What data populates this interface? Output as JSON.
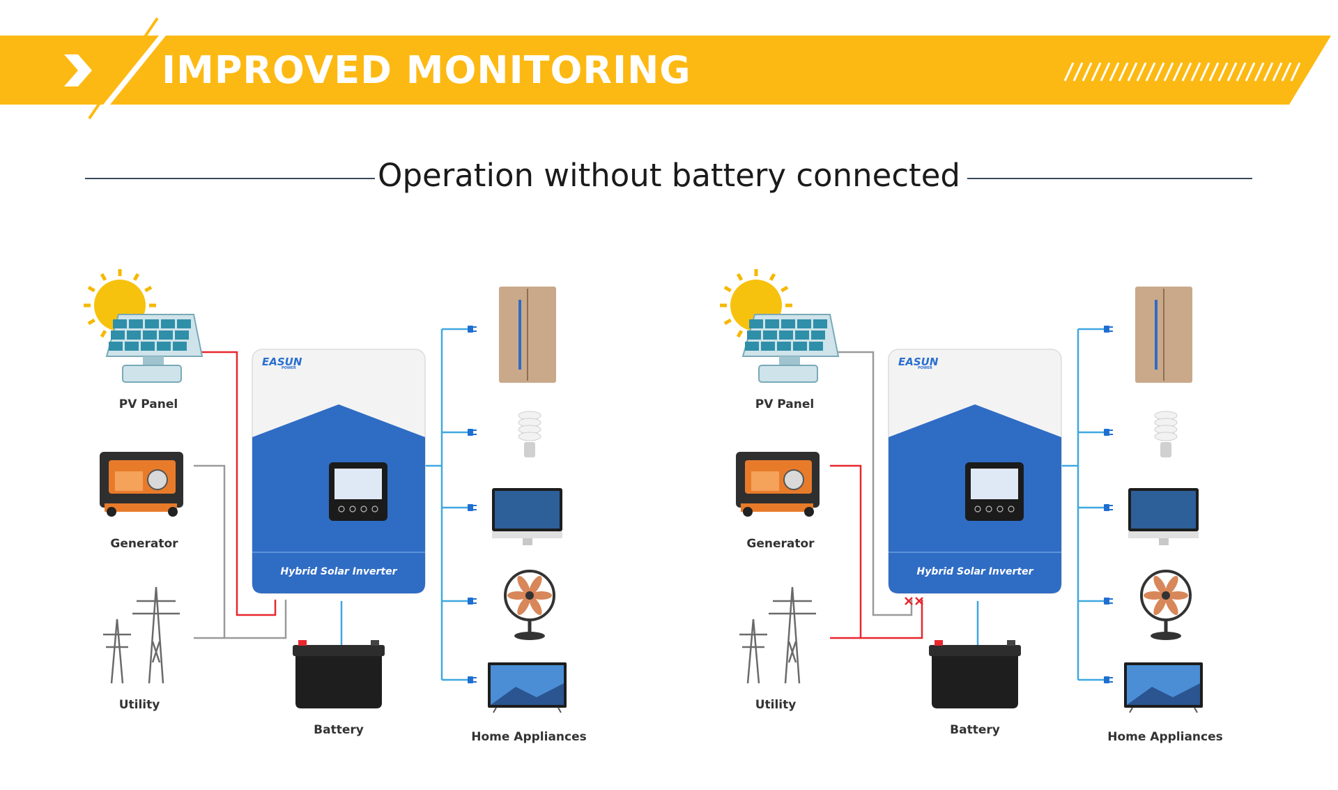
{
  "header": {
    "title": "IMPROVED MONITORING",
    "accent_color": "#fdb913"
  },
  "subtitle": "Operation without battery connected",
  "diagrams": [
    {
      "labels": {
        "pv_panel": "PV Panel",
        "generator": "Generator",
        "utility": "Utility",
        "battery": "Battery",
        "home_appliances": "Home Appliances"
      },
      "inverter": {
        "brand": "EASUN",
        "brand_sub": "POWER",
        "label": "Hybrid Solar Inverter"
      },
      "active_source": "pv",
      "pv_line_color": "#e8262d",
      "grid_line_color": "#9a9a9a"
    },
    {
      "labels": {
        "pv_panel": "PV Panel",
        "generator": "Generator",
        "utility": "Utility",
        "battery": "Battery",
        "home_appliances": "Home Appliances"
      },
      "inverter": {
        "brand": "EASUN",
        "brand_sub": "POWER",
        "label": "Hybrid Solar Inverter"
      },
      "active_source": "grid",
      "pv_line_color": "#9a9a9a",
      "grid_line_color": "#e8262d"
    }
  ],
  "colors": {
    "inverter_blue": "#2f6cc4",
    "output_line": "#3fa7e0",
    "battery_line": "#3fa7e0"
  }
}
